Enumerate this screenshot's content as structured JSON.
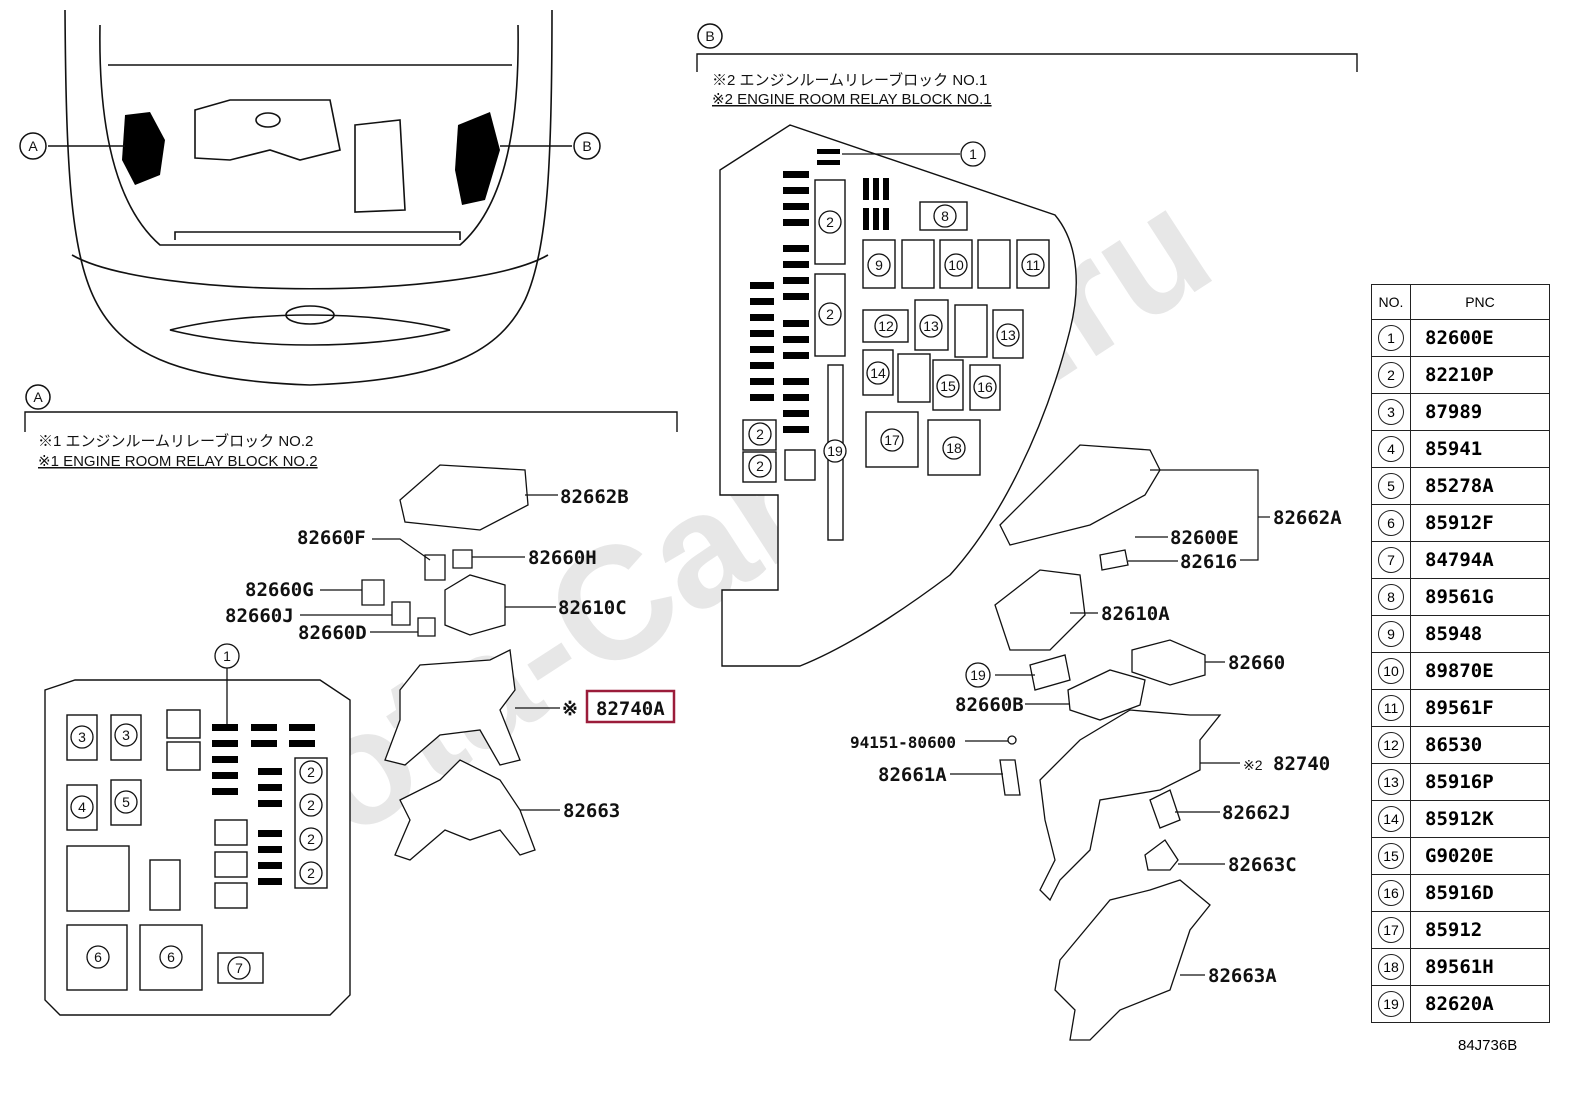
{
  "watermark": "Toyota-Carline.ru",
  "views": {
    "a": "A",
    "b": "B"
  },
  "section_a": {
    "title_jp": "※1 エンジンルームリレーブロック NO.2",
    "title_en": "※1 ENGINE ROOM RELAY BLOCK NO.2"
  },
  "section_b": {
    "title_jp": "※2 エンジンルームリレーブロック NO.1",
    "title_en": "※2 ENGINE ROOM RELAY BLOCK NO.1"
  },
  "callouts_a": [
    "82662B",
    "82660F",
    "82660H",
    "82660G",
    "82660J",
    "82610C",
    "82660D",
    "82663"
  ],
  "highlighted_part": "82740A",
  "note_mark": "※",
  "callouts_b": [
    "82662A",
    "82600E",
    "82616",
    "82610A",
    "82660",
    "82660B",
    "94151-80600",
    "82661A",
    "82740",
    "82662J",
    "82663C",
    "82663A"
  ],
  "note_mark_2": "※2",
  "block_a_numbers": [
    "1",
    "3",
    "3",
    "4",
    "5",
    "6",
    "6",
    "7",
    "2",
    "2",
    "2",
    "2"
  ],
  "block_b_numbers": [
    "1",
    "2",
    "2",
    "2",
    "2",
    "8",
    "9",
    "10",
    "11",
    "12",
    "13",
    "13",
    "14",
    "15",
    "16",
    "17",
    "18",
    "19",
    "19"
  ],
  "table": {
    "headers": {
      "no": "NO.",
      "pnc": "PNC"
    },
    "rows": [
      {
        "no": "1",
        "pnc": "82600E"
      },
      {
        "no": "2",
        "pnc": "82210P"
      },
      {
        "no": "3",
        "pnc": "87989"
      },
      {
        "no": "4",
        "pnc": "85941"
      },
      {
        "no": "5",
        "pnc": "85278A"
      },
      {
        "no": "6",
        "pnc": "85912F"
      },
      {
        "no": "7",
        "pnc": "84794A"
      },
      {
        "no": "8",
        "pnc": "89561G"
      },
      {
        "no": "9",
        "pnc": "85948"
      },
      {
        "no": "10",
        "pnc": "89870E"
      },
      {
        "no": "11",
        "pnc": "89561F"
      },
      {
        "no": "12",
        "pnc": "86530"
      },
      {
        "no": "13",
        "pnc": "85916P"
      },
      {
        "no": "14",
        "pnc": "85912K"
      },
      {
        "no": "15",
        "pnc": "G9020E"
      },
      {
        "no": "16",
        "pnc": "85916D"
      },
      {
        "no": "17",
        "pnc": "85912"
      },
      {
        "no": "18",
        "pnc": "89561H"
      },
      {
        "no": "19",
        "pnc": "82620A"
      }
    ]
  },
  "diagram_code": "84J736B",
  "colors": {
    "line": "#111111",
    "highlight": "#9b1c3a",
    "watermark": "#e7e7e7"
  }
}
